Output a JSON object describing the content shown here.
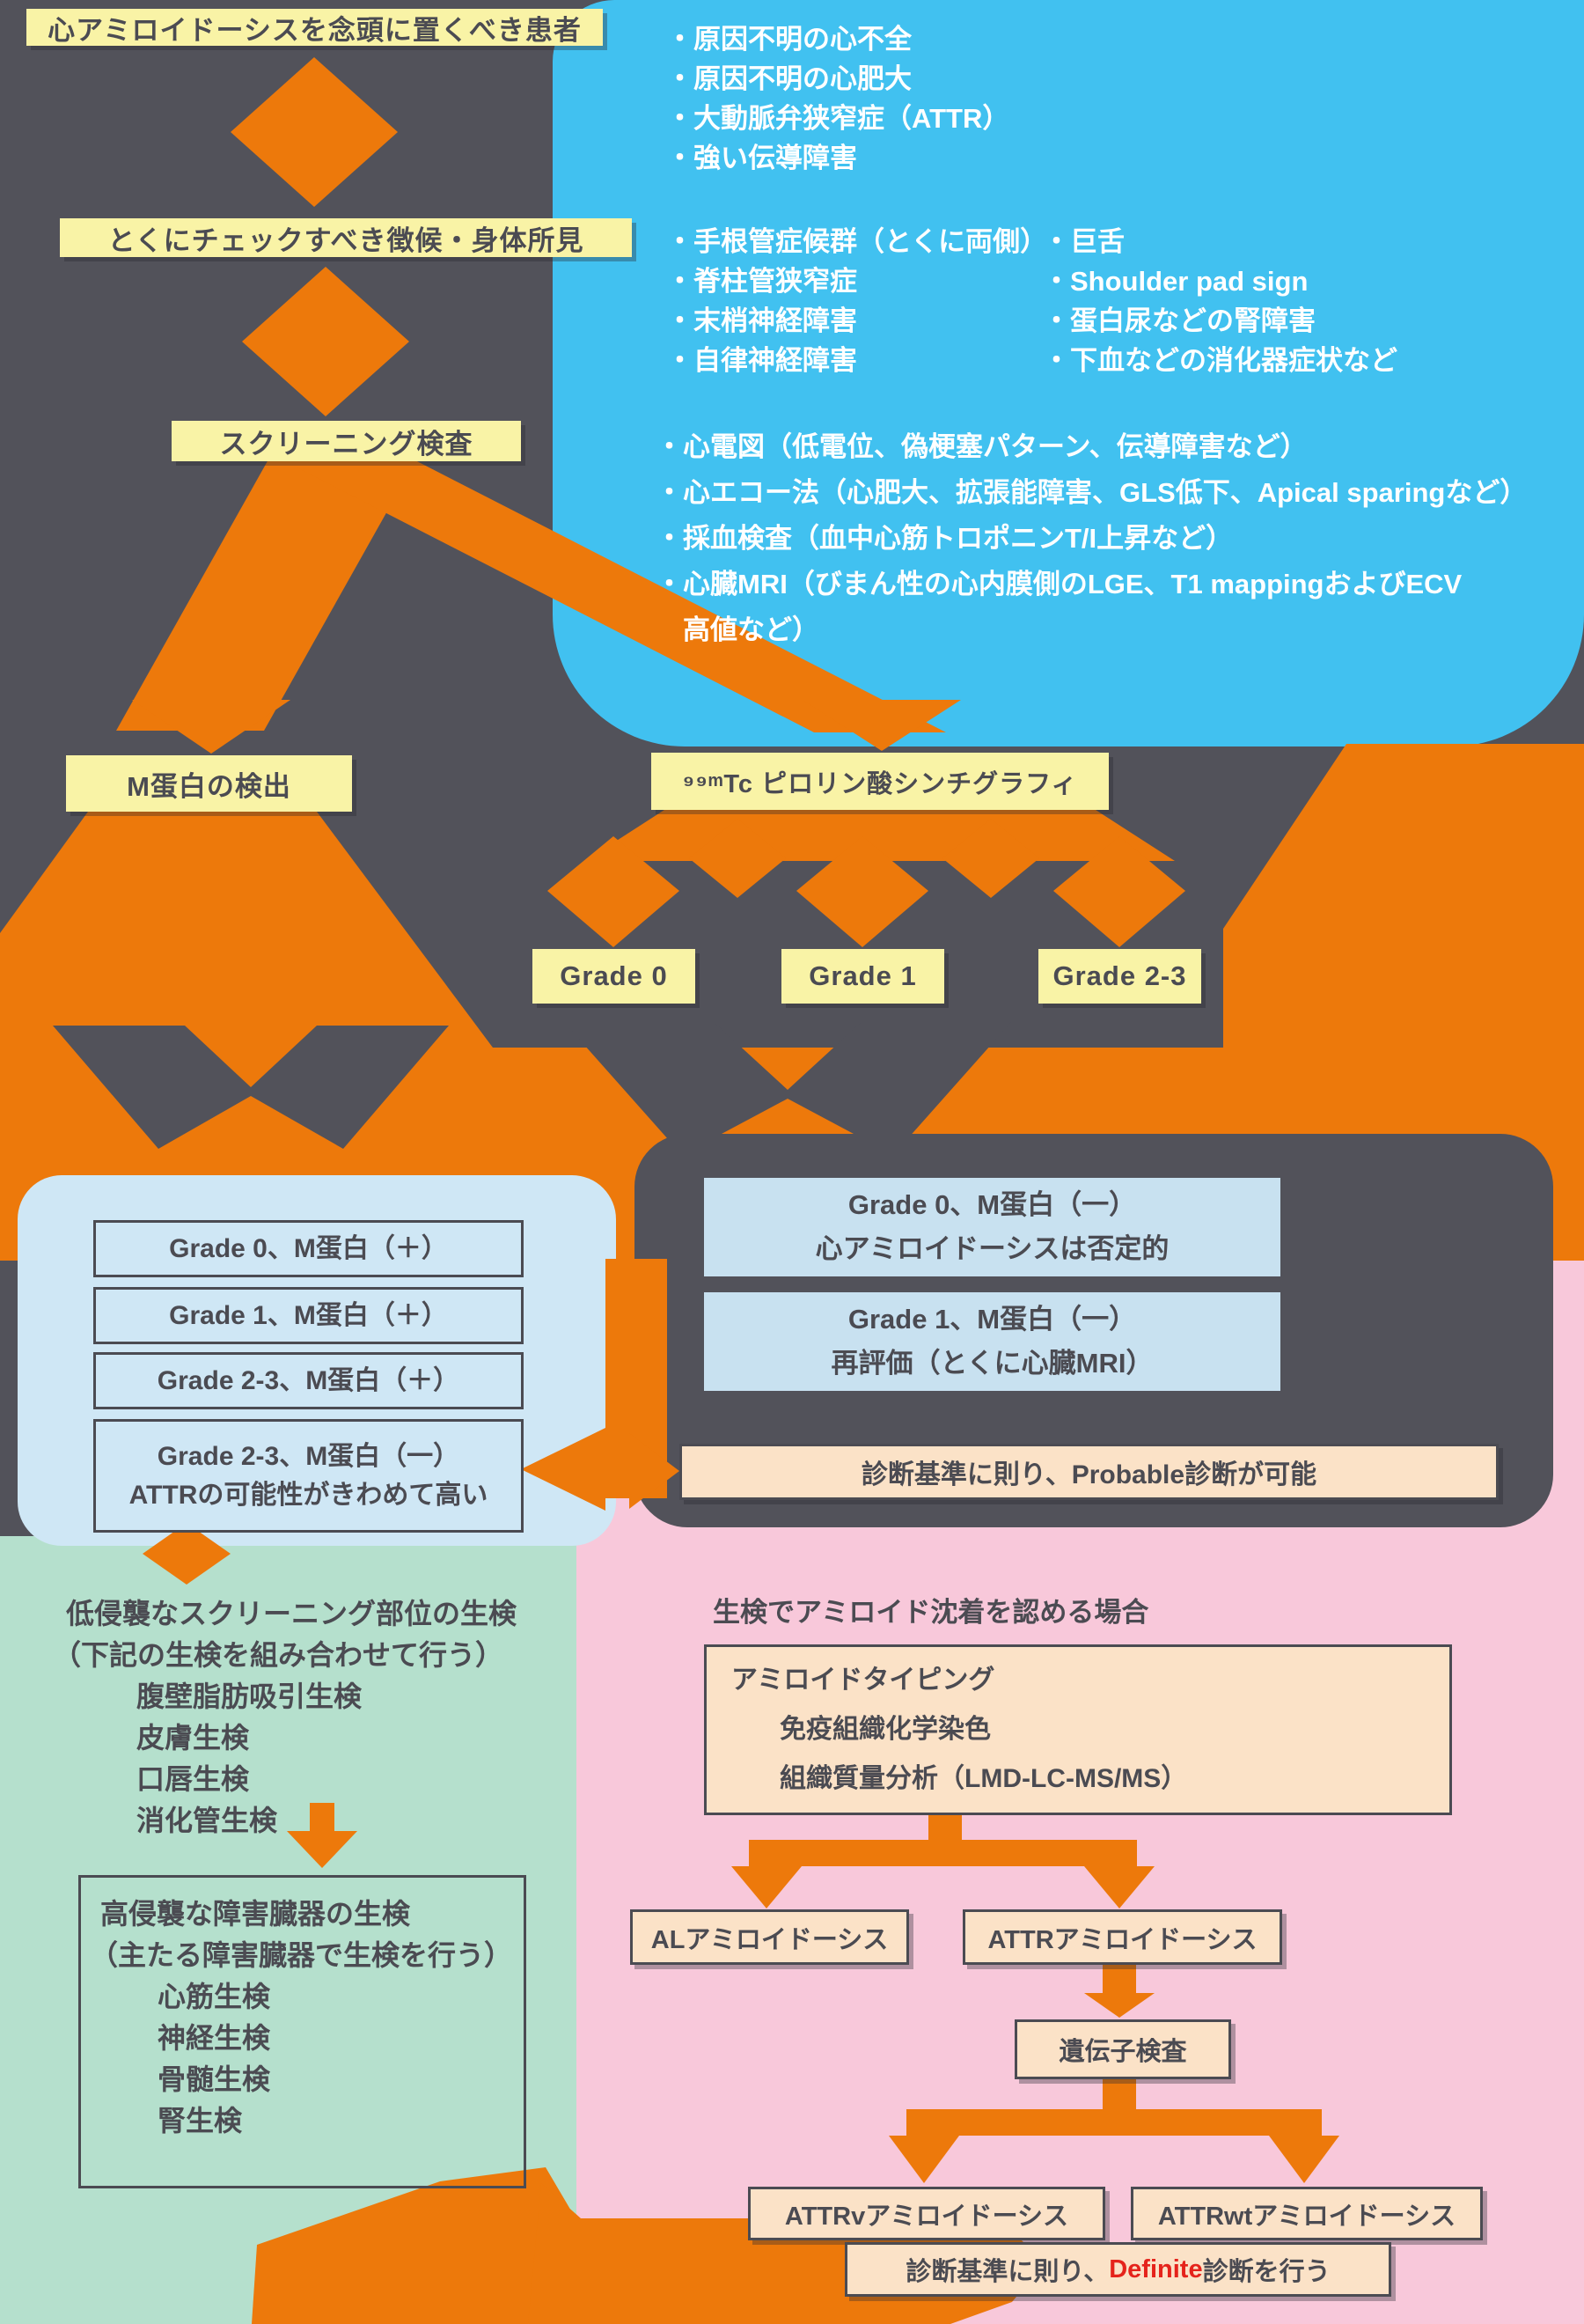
{
  "colors": {
    "orange": "#ed790b",
    "dark_gray": "#52525a",
    "sky_blue": "#41c1f0",
    "yellow_box": "#f9f3a6",
    "light_blue_panel": "#cfe7f5",
    "result_blue_box": "#c8e1f0",
    "peach_box": "#fbe2c7",
    "green_panel": "#b5e0cd",
    "pink_panel": "#f8c8da",
    "red_text": "#e5231b",
    "dark_text": "#4b4b52"
  },
  "flow": {
    "box1": "心アミロイドーシスを念頭に置くべき患者",
    "box2": "とくにチェックすべき徴候・身体所見",
    "box3": "スクリーニング検査",
    "box4": "M蛋白の検出",
    "scinti": "⁹⁹ᵐTc ピロリン酸シンチグラフィ",
    "grades": [
      "Grade 0",
      "Grade 1",
      "Grade 2-3"
    ]
  },
  "blue_panel": {
    "group1": [
      "・原因不明の心不全",
      "・原因不明の心肥大",
      "・大動脈弁狭窄症（ATTR）",
      "・強い伝導障害"
    ],
    "group2_left": [
      "・手根管症候群（とくに両側）",
      "・脊柱管狭窄症",
      "・末梢神経障害",
      "・自律神経障害"
    ],
    "group2_right": [
      "・巨舌",
      "・Shoulder pad sign",
      "・蛋白尿などの腎障害",
      "・下血などの消化器症状など"
    ],
    "group3": [
      "・心電図（低電位、偽梗塞パターン、伝導障害など）",
      "・心エコー法（心肥大、拡張能障害、GLS低下、Apical sparingなど）",
      "・採血検査（血中心筋トロポニンT/I上昇など）",
      "・心臓MRI（びまん性の心内膜側のLGE、T1 mappingおよびECV",
      "　高値など）"
    ]
  },
  "results_left": {
    "rows": [
      "Grade 0、M蛋白（＋）",
      "Grade 1、M蛋白（＋）",
      "Grade 2-3、M蛋白（＋）"
    ],
    "row4_line1": "Grade 2-3、M蛋白（一）",
    "row4_line2": "ATTRの可能性がきわめて高い"
  },
  "results_right": {
    "box_a_line1": "Grade 0、M蛋白（一）",
    "box_a_line2": "心アミロイドーシスは否定的",
    "box_b_line1": "Grade 1、M蛋白（一）",
    "box_b_line2": "再評価（とくに心臓MRI）",
    "probable": "診断基準に則り、Probable診断が可能"
  },
  "biopsy": {
    "low": [
      "低侵襲なスクリーニング部位の生検",
      "（下記の生検を組み合わせて行う）",
      "腹壁脂肪吸引生検",
      "皮膚生検",
      "口唇生検",
      "消化管生検"
    ],
    "high": [
      "高侵襲な障害臓器の生検",
      "（主たる障害臓器で生検を行う）",
      "心筋生検",
      "神経生検",
      "骨髄生検",
      "腎生検"
    ]
  },
  "typing": {
    "caption": "生検でアミロイド沈着を認める場合",
    "box_line1": "アミロイドタイピング",
    "box_line2": "免疫組織化学染色",
    "box_line3": "組織質量分析（LMD-LC-MS/MS）",
    "al": "ALアミロイドーシス",
    "attr": "ATTRアミロイドーシス",
    "gene": "遺伝子検査",
    "attrv": "ATTRvアミロイドーシス",
    "attrwt": "ATTRwtアミロイドーシス",
    "definite_prefix": "診断基準に則り、",
    "definite_red": "Definite",
    "definite_suffix": "診断を行う"
  }
}
